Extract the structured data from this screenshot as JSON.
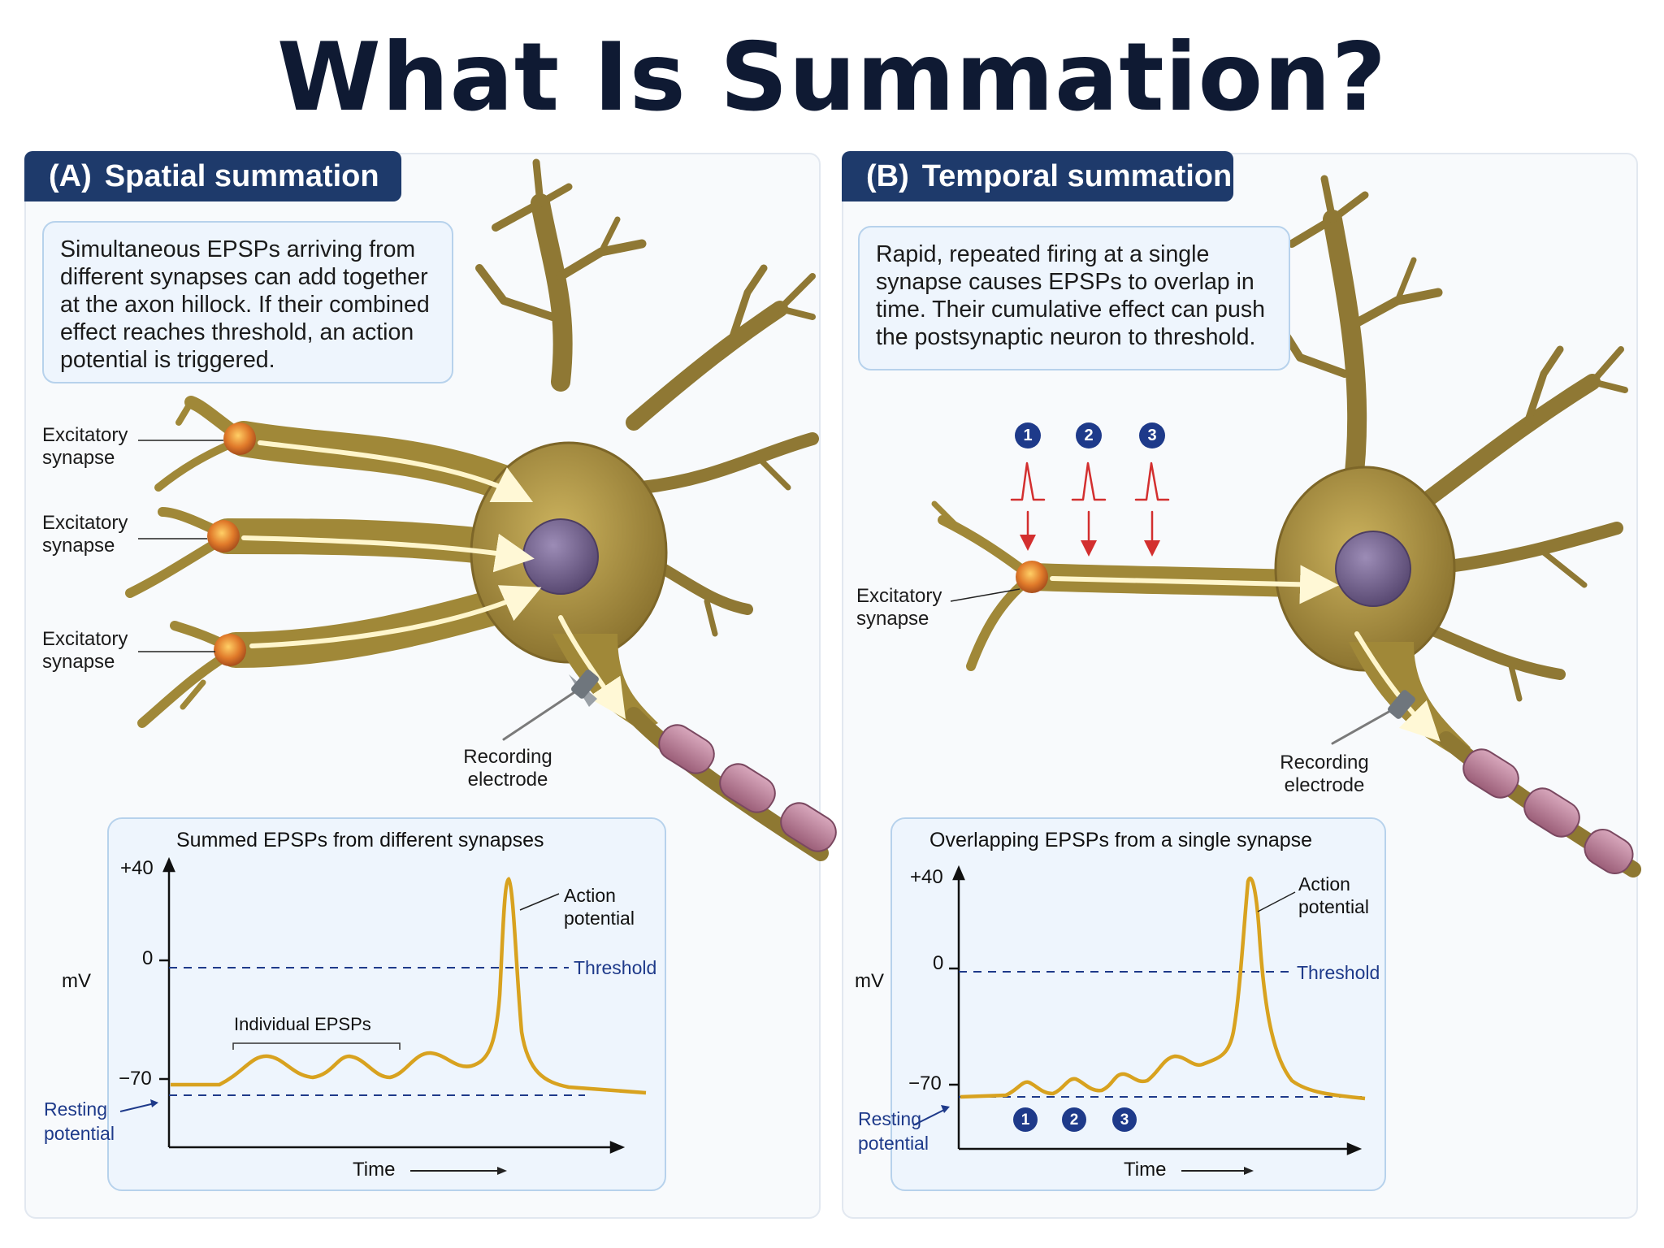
{
  "title": "What Is Summation?",
  "colors": {
    "tab_bg": "#1e3a6b",
    "description_bg": "#eef5fd",
    "description_border": "#b7d2ec",
    "neuron": "#a3893c",
    "nucleus": "#7b6a94",
    "myelin": "#b97a95",
    "trace": "#d8a21f",
    "threshold": "#1e3a8a",
    "stimulus": "#d32f2f"
  },
  "spatial": {
    "tab_letter": "(A)",
    "tab_title": "Spatial summation",
    "description": "Simultaneous EPSPs arriving from different synapses can add together at the axon hillock. If their combined effect reaches threshold, an action potential is triggered.",
    "synapse_labels": [
      "Excitatory synapse",
      "Excitatory synapse",
      "Excitatory synapse"
    ],
    "electrode_label": "Recording electrode",
    "graph": {
      "title": "Summed EPSPs from different synapses",
      "y_axis_label": "mV",
      "y_ticks": [
        "+40",
        "0",
        "−70"
      ],
      "x_axis_label": "Time",
      "threshold_label": "Threshold",
      "resting_label": "Resting potential",
      "ap_label": "Action potential",
      "epsp_label": "Individual EPSPs"
    }
  },
  "temporal": {
    "tab_letter": "(B)",
    "tab_title": "Temporal summation",
    "description": "Rapid, repeated firing at a single synapse causes EPSPs to overlap in time. Their cumulative effect can push the postsynaptic neuron to threshold.",
    "synapse_label": "Excitatory synapse",
    "electrode_label": "Recording electrode",
    "stimulus_numbers": [
      "1",
      "2",
      "3"
    ],
    "graph": {
      "title": "Overlapping EPSPs from a single synapse",
      "y_axis_label": "mV",
      "y_ticks": [
        "+40",
        "0",
        "−70"
      ],
      "x_axis_label": "Time",
      "threshold_label": "Threshold",
      "resting_label": "Resting potential",
      "ap_label": "Action potential",
      "event_numbers": [
        "1",
        "2",
        "3"
      ]
    }
  }
}
